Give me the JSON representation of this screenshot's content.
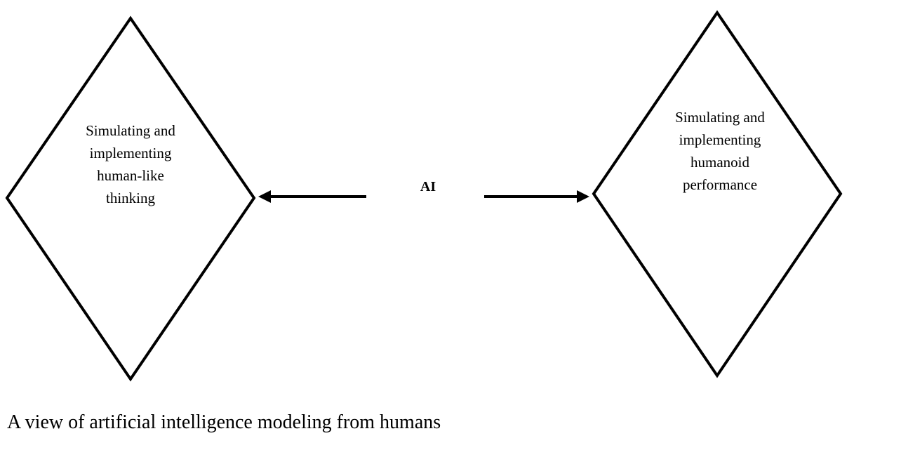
{
  "diagram": {
    "center_label": "AI",
    "left_node": {
      "text": "Simulating and\nimplementing\nhuman-like\nthinking"
    },
    "right_node": {
      "text": "Simulating and\nimplementing\nhumanoid\nperformance"
    },
    "caption": "A view of artificial intelligence modeling from humans"
  }
}
